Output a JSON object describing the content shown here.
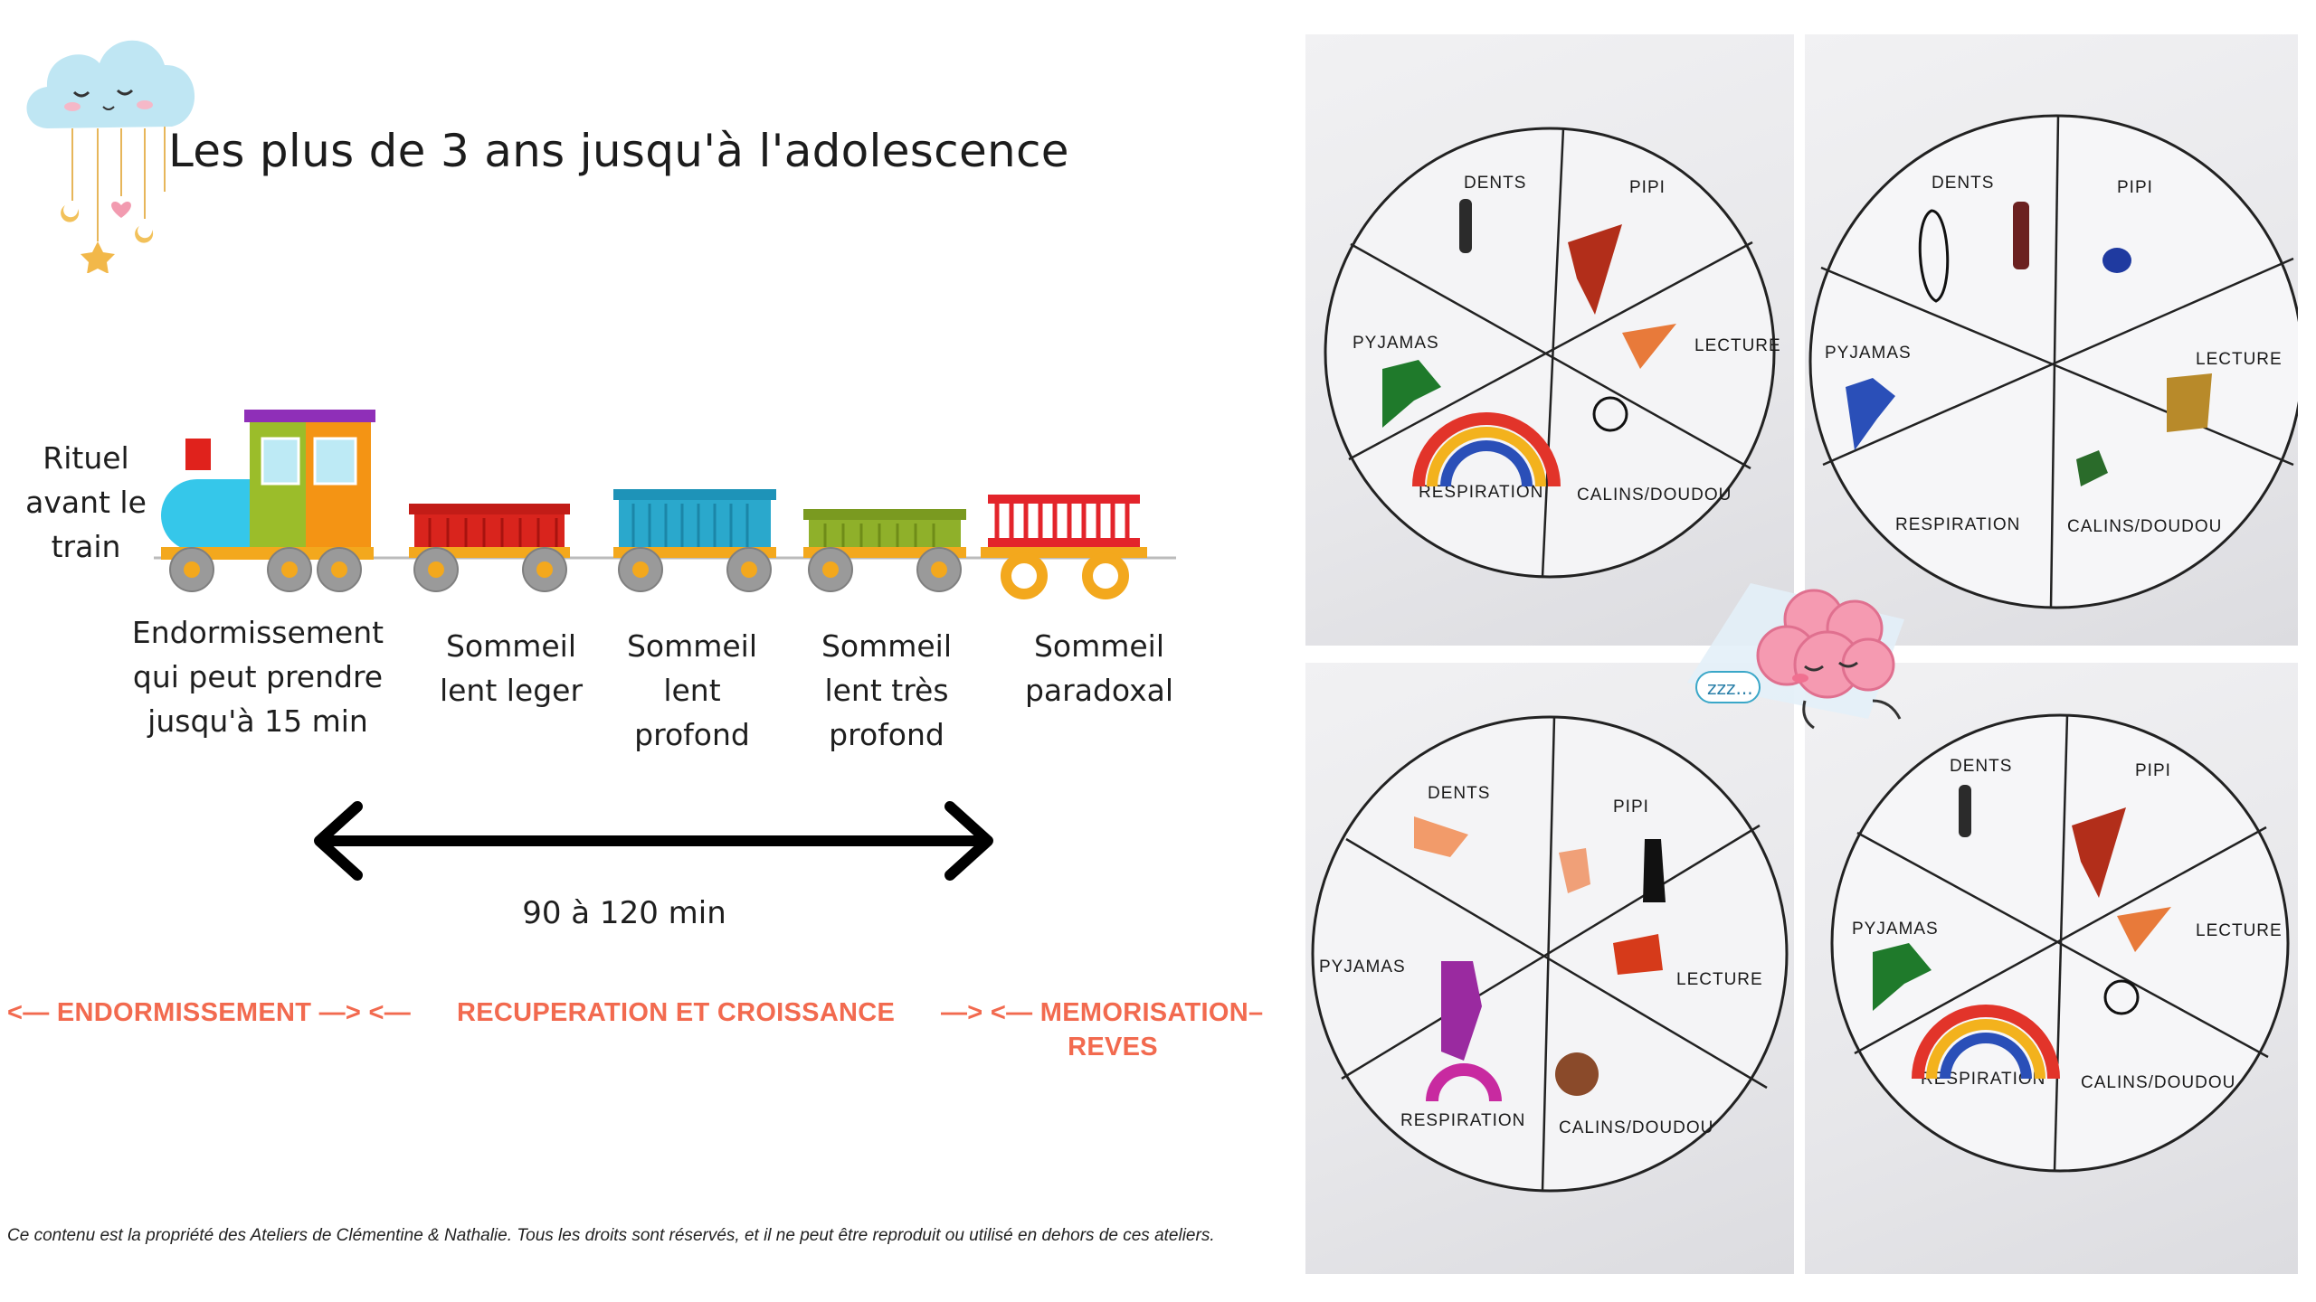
{
  "slide": {
    "title": "Les plus de 3 ans jusqu'à l'adolescence",
    "rituel": "Rituel avant le train",
    "wagons": [
      {
        "label": "Endormissement qui peut prendre jusqu'à 15 min",
        "color": "#35c7ea"
      },
      {
        "label": "Sommeil lent leger",
        "color": "#d9241d"
      },
      {
        "label": "Sommeil lent profond",
        "color": "#2aa8cc"
      },
      {
        "label": "Sommeil lent très profond",
        "color": "#8fb02a"
      },
      {
        "label": "Sommeil paradoxal",
        "color": "#e3242b"
      }
    ],
    "duration": "90 à 120 min",
    "phases": [
      "<— ENDORMISSEMENT —> <—",
      "RECUPERATION ET CROISSANCE",
      "—> <— MEMORISATION–",
      "REVES"
    ],
    "phase_color": "#f26a4f",
    "footer": "Ce contenu est la propriété des Ateliers de Clémentine & Nathalie. Tous les droits sont réservés, et il ne peut être reproduit ou utilisé en dehors de ces ateliers."
  },
  "wheels": [
    {
      "segments": [
        "DENTS",
        "PIPI",
        "LECTURE",
        "CALINS/DOUDOU",
        "RESPIRATION",
        "PYJAMAS"
      ]
    },
    {
      "segments": [
        "DENTS",
        "PIPI",
        "LECTURE",
        "CALINS/DOUDOU",
        "RESPIRATION",
        "PYJAMAS"
      ]
    },
    {
      "segments": [
        "DENTS",
        "PIPI",
        "LECTURE",
        "CALINS/DOUDOU",
        "RESPIRATION",
        "PYJAMAS"
      ]
    },
    {
      "segments": [
        "DENTS",
        "PIPI",
        "LECTURE",
        "CALINS/DOUDOU",
        "RESPIRATION",
        "PYJAMAS"
      ]
    }
  ],
  "sleep_bubble": "zzz...",
  "icons": [
    "cloud-icon",
    "train-icon",
    "double-arrow-icon",
    "sleeping-brain-icon"
  ]
}
